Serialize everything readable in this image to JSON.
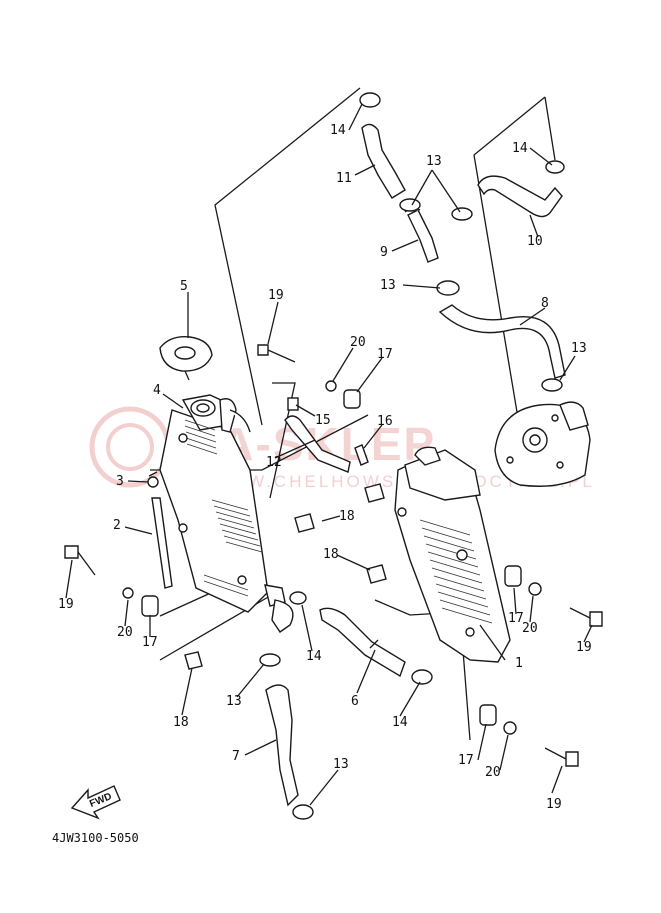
{
  "diagram": {
    "part_code": "4JW3100-5050",
    "fwd_label": "FWD",
    "watermark": {
      "main": "MA-SKLEP",
      "sub": "WWW.CHELHOWSKI-MOTOCYKLE.PL"
    },
    "callouts": {
      "p1": "1",
      "p2": "2",
      "p3": "3",
      "p4": "4",
      "p5": "5",
      "p6": "6",
      "p7": "7",
      "p8": "8",
      "p9": "9",
      "p10": "10",
      "p11": "11",
      "p12": "12",
      "p13a": "13",
      "p13b": "13",
      "p13c": "13",
      "p13d": "13",
      "p13e": "13",
      "p14a": "14",
      "p14b": "14",
      "p14c": "14",
      "p14d": "14",
      "p15": "15",
      "p16": "16",
      "p17a": "17",
      "p17b": "17",
      "p17c": "17",
      "p17d": "17",
      "p18a": "18",
      "p18b": "18",
      "p18c": "18",
      "p19a": "19",
      "p19b": "19",
      "p19c": "19",
      "p19d": "19",
      "p20a": "20",
      "p20b": "20",
      "p20c": "20",
      "p20d": "20"
    },
    "colors": {
      "line": "#1a1a1a",
      "watermark": "#e8a0a0",
      "background": "#ffffff"
    }
  }
}
